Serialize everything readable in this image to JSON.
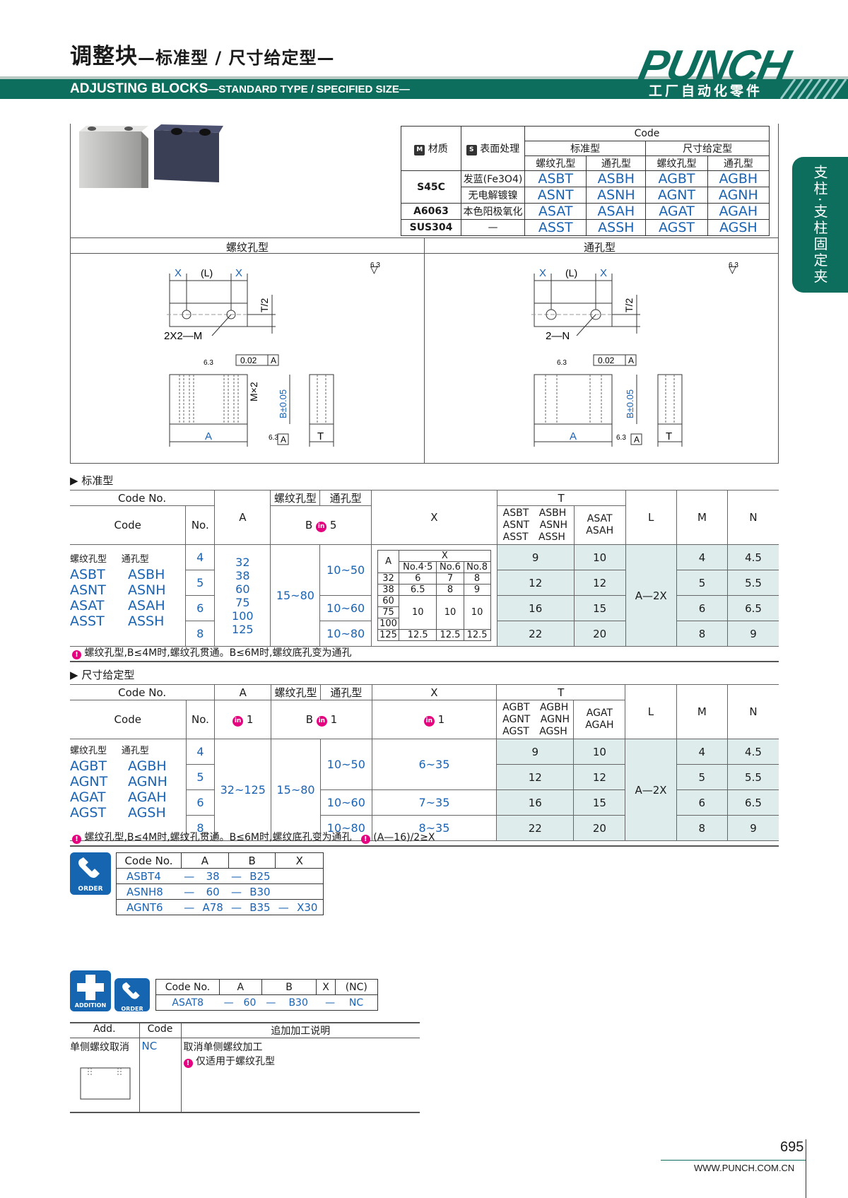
{
  "header": {
    "title_main": "调整块",
    "title_sub": "—标准型 / 尺寸给定型—",
    "en_main": "ADJUSTING BLOCKS",
    "en_sub": "—STANDARD TYPE / SPECIFIED SIZE—",
    "brand": "PUNCH",
    "brand_sub": "工厂自动化零件",
    "accent": "#0e6e5e"
  },
  "side_tab": "支柱·支柱固定夹",
  "material_table": {
    "h_material": "材质",
    "h_surface": "表面处理",
    "h_code": "Code",
    "h_std": "标准型",
    "h_spec": "尺寸给定型",
    "h_thread": "螺纹孔型",
    "h_through": "通孔型",
    "icon_m": "M",
    "icon_s": "S",
    "rows": [
      {
        "mat": "S45C",
        "surf": "发蓝(Fe3O4)",
        "c": [
          "ASBT",
          "ASBH",
          "AGBT",
          "AGBH"
        ]
      },
      {
        "mat": "",
        "surf": "无电解镀镍",
        "c": [
          "ASNT",
          "ASNH",
          "AGNT",
          "AGNH"
        ]
      },
      {
        "mat": "A6063",
        "surf": "本色阳极氧化",
        "c": [
          "ASAT",
          "ASAH",
          "AGAT",
          "AGAH"
        ]
      },
      {
        "mat": "SUS304",
        "surf": "—",
        "c": [
          "ASST",
          "ASSH",
          "AGST",
          "AGSH"
        ]
      }
    ]
  },
  "drawings": {
    "thread_title": "螺纹孔型",
    "through_title": "通孔型",
    "x": "X",
    "l": "(L)",
    "t2": "T/2",
    "m_note": "2X2—M",
    "n_note": "2—N",
    "mx2": "M×2",
    "b_tol": "B±0.05",
    "a": "A",
    "t": "T",
    "flat": "0.02",
    "datum": "A",
    "rough": "6.3"
  },
  "std": {
    "section": "标准型",
    "h_codeno": "Code No.",
    "h_code": "Code",
    "h_no": "No.",
    "h_a": "A",
    "h_thread": "螺纹孔型",
    "h_through": "通孔型",
    "h_b": "B",
    "b_step": "5",
    "h_x": "X",
    "h_t": "T",
    "t_left": "ASBT ASBH ASNT ASNH ASST ASSH",
    "t_right": "ASAT ASAH",
    "h_l": "L",
    "h_m": "M",
    "h_n": "N",
    "lbl_thread": "螺纹孔型",
    "lbl_through": "通孔型",
    "codes": [
      [
        "ASBT",
        "ASBH"
      ],
      [
        "ASNT",
        "ASNH"
      ],
      [
        "ASAT",
        "ASAH"
      ],
      [
        "ASST",
        "ASSH"
      ]
    ],
    "a_values": [
      "32",
      "38",
      "60",
      "75",
      "100",
      "125"
    ],
    "b_thread": "15~80",
    "x_sub": {
      "h_a": "A",
      "h_x": "X",
      "cols": [
        "No.4·5",
        "No.6",
        "No.8"
      ],
      "r1": [
        "32",
        "6",
        "7",
        "8"
      ],
      "r2": [
        "38",
        "6.5",
        "8",
        "9"
      ],
      "r3a": "60",
      "r3b": "75",
      "r3c": "100",
      "r3v": [
        "10",
        "10",
        "10"
      ],
      "r4": [
        "125",
        "12.5",
        "12.5",
        "12.5"
      ]
    },
    "l_value": "A—2X",
    "rows": [
      {
        "no": "4",
        "b": "10~50",
        "t1": "9",
        "t2": "10",
        "m": "4",
        "n": "4.5"
      },
      {
        "no": "5",
        "b": "",
        "t1": "12",
        "t2": "12",
        "m": "5",
        "n": "5.5"
      },
      {
        "no": "6",
        "b": "10~60",
        "t1": "16",
        "t2": "15",
        "m": "6",
        "n": "6.5"
      },
      {
        "no": "8",
        "b": "10~80",
        "t1": "22",
        "t2": "20",
        "m": "8",
        "n": "9"
      }
    ],
    "note": "螺纹孔型,B≤4M时,螺纹孔贯通。B≤6M时,螺纹底孔变为通孔"
  },
  "spec": {
    "section": "尺寸给定型",
    "h_codeno": "Code No.",
    "h_code": "Code",
    "h_no": "No.",
    "h_a": "A",
    "a_step": "1",
    "h_thread": "螺纹孔型",
    "h_through": "通孔型",
    "h_b": "B",
    "b_step": "1",
    "h_x": "X",
    "x_step": "1",
    "h_t": "T",
    "t_left": "AGBT AGBH AGNT AGNH AGST AGSH",
    "t_right": "AGAT AGAH",
    "h_l": "L",
    "h_m": "M",
    "h_n": "N",
    "lbl_thread": "螺纹孔型",
    "lbl_through": "通孔型",
    "codes": [
      [
        "AGBT",
        "AGBH"
      ],
      [
        "AGNT",
        "AGNH"
      ],
      [
        "AGAT",
        "AGAH"
      ],
      [
        "AGST",
        "AGSH"
      ]
    ],
    "a_range": "32~125",
    "b_thread": "15~80",
    "l_value": "A—2X",
    "rows": [
      {
        "no": "4",
        "b": "10~50",
        "x": "6~35",
        "t1": "9",
        "t2": "10",
        "m": "4",
        "n": "4.5"
      },
      {
        "no": "5",
        "b": "",
        "x": "",
        "t1": "12",
        "t2": "12",
        "m": "5",
        "n": "5.5"
      },
      {
        "no": "6",
        "b": "10~60",
        "x": "7~35",
        "t1": "16",
        "t2": "15",
        "m": "6",
        "n": "6.5"
      },
      {
        "no": "8",
        "b": "10~80",
        "x": "8~35",
        "t1": "22",
        "t2": "20",
        "m": "8",
        "n": "9"
      }
    ],
    "note": "螺纹孔型,B≤4M时,螺纹孔贯通。B≤6M时,螺纹底孔变为通孔",
    "note2": "(A—16)/2≥X"
  },
  "order": {
    "icon": "ORDER",
    "h": [
      "Code No.",
      "A",
      "B",
      "X"
    ],
    "rows": [
      [
        "ASBT4",
        "—",
        "38",
        "—",
        "B25",
        "",
        ""
      ],
      [
        "ASNH8",
        "—",
        "60",
        "—",
        "B30",
        "",
        ""
      ],
      [
        "AGNT6",
        "—",
        "A78",
        "—",
        "B35",
        "—",
        "X30"
      ]
    ]
  },
  "addition": {
    "icon_add": "ADDITION",
    "icon_order": "ORDER",
    "h": [
      "Code No.",
      "A",
      "B",
      "X",
      "(NC)"
    ],
    "row": [
      "ASAT8",
      "—",
      "60",
      "—",
      "B30",
      "—",
      "NC"
    ],
    "h_add": "Add.",
    "h_code": "Code",
    "h_desc": "追加加工说明",
    "add_name": "单侧螺纹取消",
    "add_code": "NC",
    "desc1": "取消单侧螺纹加工",
    "desc2": "仅适用于螺纹孔型"
  },
  "footer": {
    "page": "695",
    "url": "WWW.PUNCH.COM.CN"
  }
}
